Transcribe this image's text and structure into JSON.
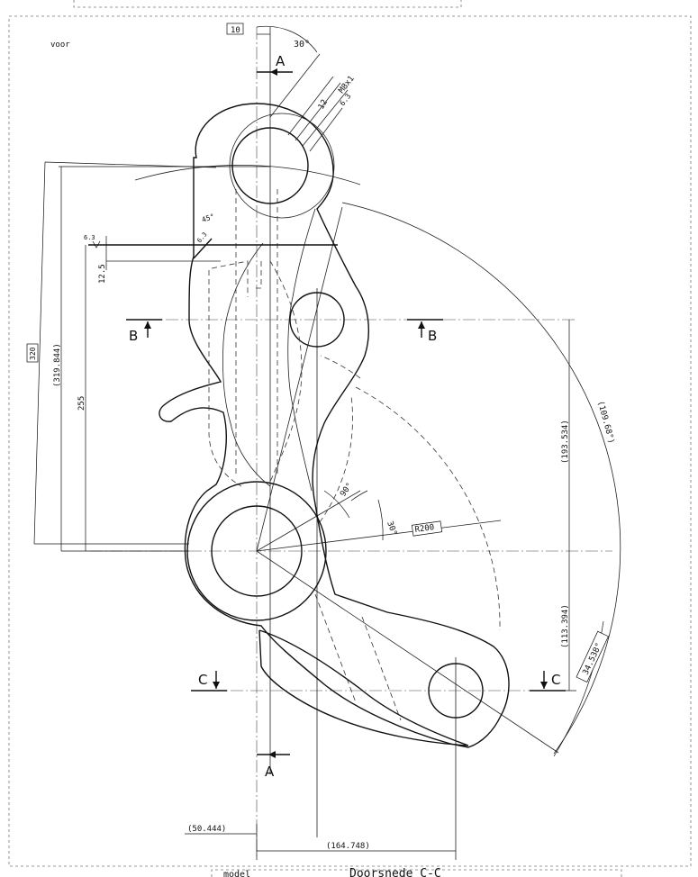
{
  "view_label": "voor",
  "dimensions": {
    "offset_top": "10",
    "thread_angle": "30°",
    "thread_spec": "M8x1",
    "thread_sub": "6.3",
    "thread_depth": "12",
    "chamfer_angle": "45°",
    "chamfer_size": "6.3",
    "roughness": "6.3",
    "step": "12.5",
    "height_total": "320",
    "height_ref": "(319.844)",
    "height_255": "255",
    "height_b": "(193.534)",
    "height_c": "(113.394)",
    "radius": "R200",
    "arc_length": "(109.68°)",
    "arc_angle": "34.538°",
    "angle_90": "90°",
    "angle_30": "30°",
    "width_a": "(50.444)",
    "width_b": "(164.748)"
  },
  "section_labels": {
    "a_top": "A",
    "a_bottom": "A",
    "b_left": "B",
    "b_right": "B",
    "c_left": "C",
    "c_right": "C"
  },
  "footer": {
    "left": "model",
    "right": "Doorsnede C-C"
  }
}
